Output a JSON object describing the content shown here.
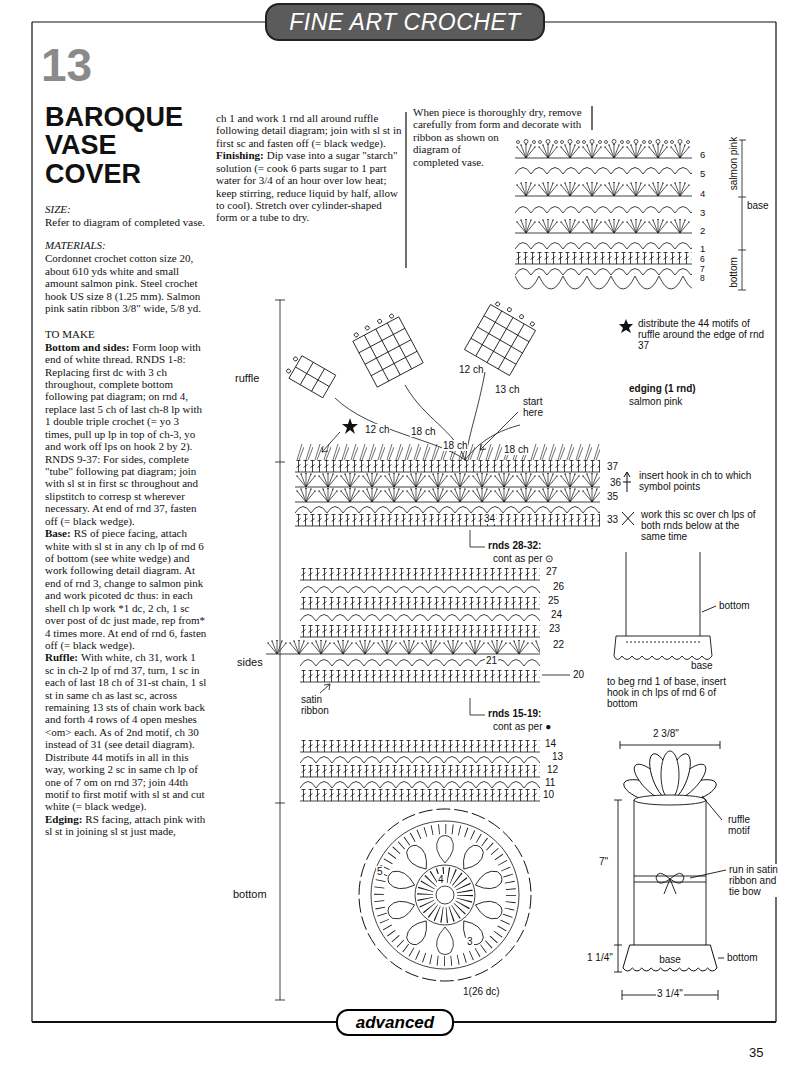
{
  "diagram": {
    "title": "BAROQUE VASE COVER",
    "nodes": [
      {
        "text": [
          "FINE ART CROCHET"
        ]
      },
      {
        "text": [
          "base"
        ]
      },
      {
        "text": [
          "advanced"
        ]
      }
    ],
    "labels": [
      "13",
      "SIZE:",
      "Refer to diagram of completed vase.",
      "MATERIALS:",
      "Cordonnet crochet cotton size 20, about 610 yds white and small amount salmon pink. Steel crochet hook US size 8 (1.25 mm). Salmon pink satin ribbon 3/8\" wide, 5/8 yd.",
      "TO MAKE",
      "Bottom and sides:",
      "Form loop with end of white thread. RNDS 1-8: Replacing first dc with 3 ch throughout, complete bottom following pat diagram; on rnd 4, replace last 5 ch of last ch-8 lp with 1 double triple crochet (= yo 3 times, pull up lp in top of ch-3, yo and work off lps on hook 2 by 2). RNDS 9-37: For sides, complete \"tube\" following pat diagram; join with sl st in first sc throughout and slipstitch to corresp st wherever necessary. At end of rnd 37, fasten off (= black wedge).",
      "Base:",
      "RS of piece facing, attach white with sl st in any ch lp of rnd 6 of bottom (see white wedge) and work following detail diagram. At end of rnd 3, change to salmon pink and work picoted dc thus: in each shell ch lp work *1 dc, 2 ch, 1 sc over post of dc just made, rep from* 4 times more. At end of rnd 6, fasten off (= black wedge).",
      "Ruffle:",
      "With white, ch 31, work 1 sc in ch-2 lp of rnd 37, turn, 1 sc in each of last 18 ch of 31-st chain, 1 sl st in same ch as last sc, across remaining 13 sts of chain work back and forth 4 rows of 4 open meshes <om> each. As of 2nd motif, ch 30 instead of 31 (see detail diagram). Distribute 44 motifs in all in this way, working 2 sc in same ch lp of one of 7 om on rnd 37; join 44th motif to first motif with sl st and cut white (= black wedge).",
      "Edging:",
      "RS facing, attach pink with sl st in joining sl st just made,",
      "ch 1 and work 1 rnd all around ruffle following detail diagram; join with sl st in first sc and fasten off (= black wedge).",
      "Finishing:",
      "Dip vase into a sugar \"starch\" solution (= cook 6 parts sugar to 1 part water for 3/4 of an hour over low heat; keep stirring, reduce liquid by half, allow to cool). Stretch over cylinder-shaped form or a tube to dry.",
      "When piece is thoroughly dry, remove carefully from form and decorate with ribbon as shown on diagram of completed vase.",
      "6",
      "5",
      "4",
      "3",
      "2",
      "1",
      "6",
      "7",
      "8",
      "salmon pink",
      "base",
      "bottom",
      "ruffle",
      "12 ch",
      "12 ch",
      "18 ch",
      "18 ch",
      "13 ch",
      "start here",
      "18 ch",
      "37",
      "36",
      "35",
      "34",
      "33",
      "rnds 28-32:",
      "cont as per ⊙",
      "27",
      "26",
      "25",
      "24",
      "23",
      "22",
      "21",
      "20",
      "sides",
      "satin ribbon",
      "rnds 15-19:",
      "cont as per ●",
      "14",
      "13",
      "12",
      "11",
      "10",
      "bottom",
      "5",
      "4",
      "3",
      "1(26 dc)",
      "distribute the 44 motifs of ruffle around the edge of rnd 37",
      "edging (1 rnd)",
      "salmon pink",
      "insert hook in ch to which symbol points",
      "work this sc over ch lps of both rnds below at the same time",
      "bottom",
      "base",
      "to beg rnd 1 of base, insert hook in ch lps of rnd 6 of bottom",
      "2 3/8\"",
      "ruffle motif",
      "7\"",
      "run in satin ribbon and tie bow",
      "1 1/4\"",
      "bottom",
      "3 1/4\"",
      "35"
    ]
  }
}
